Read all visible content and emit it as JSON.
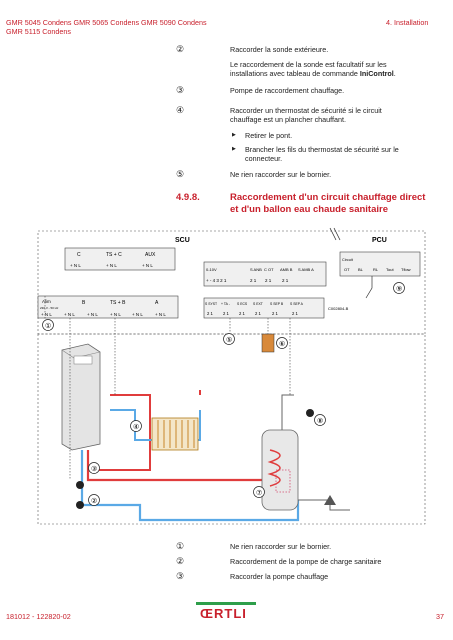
{
  "header": {
    "left_line1": "GMR 5045 Condens GMR 5065 Condens GMR 5090 Condens",
    "left_line2": "GMR 5115 Condens",
    "right": "4.  Installation"
  },
  "steps_top": [
    {
      "num": "②",
      "text": "Raccorder la sonde extérieure."
    },
    {
      "note_line1": "Le raccordement de la sonde est facultatif sur les",
      "note_line2_a": "installations avec tableau de commande ",
      "note_line2_b": "IniControl",
      "note_line2_c": "."
    },
    {
      "num": "③",
      "text": "Pompe de raccordement chauffage."
    },
    {
      "num": "④",
      "text_line1": "Raccorder un thermostat de sécurité si le circuit",
      "text_line2": "chauffage est un plancher chauffant."
    },
    {
      "bullet": "Retirer le pont."
    },
    {
      "bullet_line1": "Brancher les fils du thermostat de sécurité sur le",
      "bullet_line2": "connecteur."
    },
    {
      "num": "⑤",
      "text": "Ne rien raccorder sur le bornier."
    }
  ],
  "section": {
    "number": "4.9.8.",
    "title_line1": "Raccordement d'un circuit chauffage direct",
    "title_line2": "et d'un ballon eau chaude sanitaire"
  },
  "diagram": {
    "scu": "SCU",
    "pcu": "PCU",
    "top_labels": [
      "C",
      "TS + C",
      "AUX"
    ],
    "top_terminals": [
      "+ N L",
      "+ N L",
      "+ N L"
    ],
    "mid_labels": [
      "0-10V",
      "S ANB",
      "C OT",
      "AMB B",
      "S AMB A"
    ],
    "mid_values": [
      "+  -  4 3 2 1",
      "2 1",
      "2 1",
      "2 1"
    ],
    "bottom_left": {
      "alim": "Alim",
      "alim_sub": "230 V - 50 Hz",
      "alim_term": "+ N L"
    },
    "bottom_labels": [
      "B",
      "TS + B",
      "A"
    ],
    "bottom_terminals": [
      "+ N L",
      "+ N L",
      "+ N L",
      "+ N L",
      "+ N L"
    ],
    "bottom_mid": [
      "S SYST",
      "+ TA -",
      "S ECS",
      "S EXT",
      "S SEP B",
      "S SEP A"
    ],
    "bottom_mid_values": [
      "2 1",
      "2 1",
      "2 1",
      "2 1",
      "2 1",
      "2 1"
    ],
    "ref": "C002804-B",
    "pcu_labels": [
      "Circuit",
      "OT",
      "BL",
      "RL",
      "Tout",
      "Tflow"
    ],
    "callouts": [
      "①",
      "②",
      "③",
      "④",
      "⑤",
      "⑥",
      "⑦",
      "⑧",
      "⑨"
    ]
  },
  "steps_bottom": [
    {
      "num": "①",
      "text": "Ne rien raccorder sur le bornier."
    },
    {
      "num": "②",
      "text": "Raccordement de la pompe de charge sanitaire"
    },
    {
      "num": "③",
      "text": "Raccorder la pompe chauffage"
    }
  ],
  "footer": {
    "left": "181012  -  122820-02",
    "logo": "ŒRTLI",
    "page": "37"
  }
}
